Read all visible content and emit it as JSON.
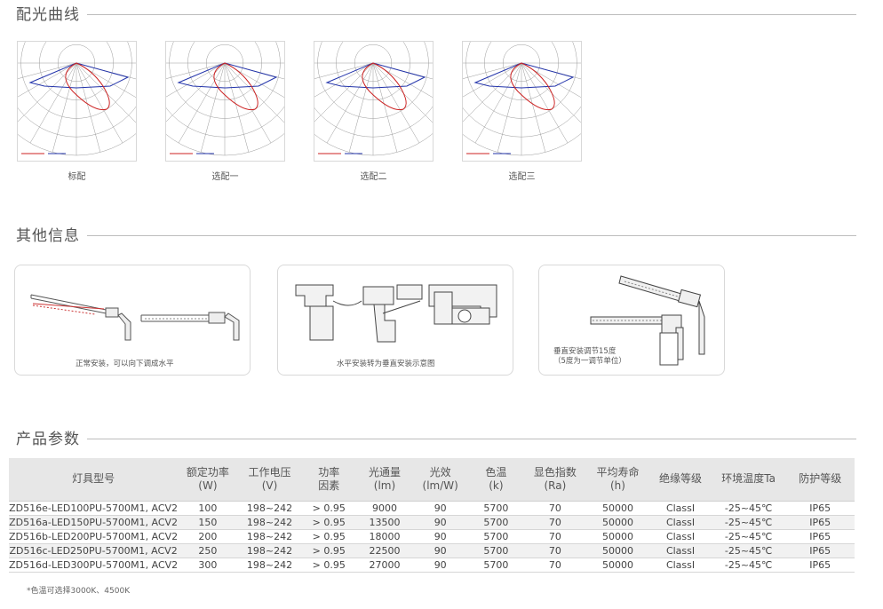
{
  "sections": {
    "light_curve": "配光曲线",
    "other_info": "其他信息",
    "product_params": "产品参数"
  },
  "polar_charts": [
    {
      "caption": "标配"
    },
    {
      "caption": "选配一"
    },
    {
      "caption": "选配二"
    },
    {
      "caption": "选配三"
    }
  ],
  "info_cards": [
    {
      "caption": "正常安装，可以向下调成水平"
    },
    {
      "caption": "水平安装转为垂直安装示意图"
    },
    {
      "caption_line1": "垂直安装调节15度",
      "caption_line2": "（5度为一调节单位）"
    }
  ],
  "table": {
    "headers": [
      {
        "l1": "灯具型号",
        "l2": ""
      },
      {
        "l1": "额定功率",
        "l2": "(W)"
      },
      {
        "l1": "工作电压",
        "l2": "(V)"
      },
      {
        "l1": "功率",
        "l2": "因素"
      },
      {
        "l1": "光通量",
        "l2": "(lm)"
      },
      {
        "l1": "光效",
        "l2": "(lm/W)"
      },
      {
        "l1": "色温",
        "l2": "(k)"
      },
      {
        "l1": "显色指数",
        "l2": "(Ra)"
      },
      {
        "l1": "平均寿命",
        "l2": "(h)"
      },
      {
        "l1": "绝缘等级",
        "l2": ""
      },
      {
        "l1": "环境温度Ta",
        "l2": ""
      },
      {
        "l1": "防护等级",
        "l2": ""
      }
    ],
    "rows": [
      [
        "ZD516e-LED100PU-5700M1, ACV2",
        "100",
        "198~242",
        "> 0.95",
        "9000",
        "90",
        "5700",
        "70",
        "50000",
        "ClassI",
        "-25~45℃",
        "IP65"
      ],
      [
        "ZD516a-LED150PU-5700M1, ACV2",
        "150",
        "198~242",
        "> 0.95",
        "13500",
        "90",
        "5700",
        "70",
        "50000",
        "ClassI",
        "-25~45℃",
        "IP65"
      ],
      [
        "ZD516b-LED200PU-5700M1, ACV2",
        "200",
        "198~242",
        "> 0.95",
        "18000",
        "90",
        "5700",
        "70",
        "50000",
        "ClassI",
        "-25~45℃",
        "IP65"
      ],
      [
        "ZD516c-LED250PU-5700M1, ACV2",
        "250",
        "198~242",
        "> 0.95",
        "22500",
        "90",
        "5700",
        "70",
        "50000",
        "ClassI",
        "-25~45℃",
        "IP65"
      ],
      [
        "ZD516d-LED300PU-5700M1, ACV2",
        "300",
        "198~242",
        "> 0.95",
        "27000",
        "90",
        "5700",
        "70",
        "50000",
        "ClassI",
        "-25~45℃",
        "IP65"
      ]
    ]
  },
  "note": "*色温可选择3000K、4500K",
  "colors": {
    "curve_c0": "#cc2222",
    "curve_c90": "#2233aa",
    "grid": "#9a9a9a",
    "header_bg": "#e7e7e7",
    "row_alt": "#f1f1f1"
  }
}
